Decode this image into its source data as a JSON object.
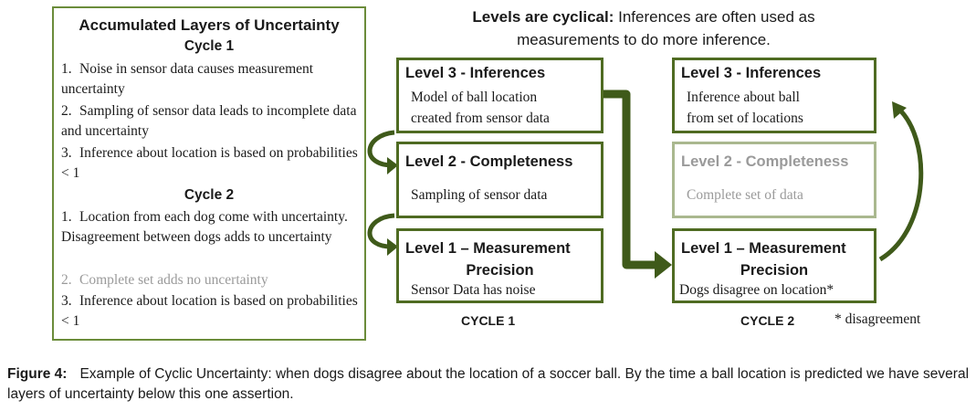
{
  "left_panel": {
    "title": "Accumulated Layers of Uncertainty",
    "cycle1_heading": "Cycle 1",
    "cycle1_items": [
      {
        "num": "1.",
        "text": "Noise in sensor data causes measurement uncertainty"
      },
      {
        "num": "2.",
        "text": "Sampling of sensor data leads to incomplete data and uncertainty"
      },
      {
        "num": "3.",
        "text": "Inference about location is based on probabilities < 1"
      }
    ],
    "cycle2_heading": "Cycle 2",
    "cycle2_items": [
      {
        "num": "1.",
        "text": "Location from each dog come with uncertainty. Disagreement between dogs adds to uncertainty"
      },
      {
        "num": "2.",
        "text": "Complete set adds no uncertainty"
      },
      {
        "num": "3.",
        "text": "Inference about location is based on probabilities < 1"
      }
    ]
  },
  "top_caption": {
    "bold": "Levels are cyclical:",
    "rest": "Inferences are often used as measurements to do more inference."
  },
  "cycle1": {
    "label": "CYCLE 1",
    "level3": {
      "title": "Level 3 - Inferences",
      "desc1": "Model of ball location",
      "desc2": "created from sensor data"
    },
    "level2": {
      "title": "Level 2 - Completeness",
      "desc1": "Sampling of sensor data"
    },
    "level1": {
      "title": "Level 1 – Measurement",
      "title2": "Precision",
      "desc1": "Sensor Data has noise"
    }
  },
  "cycle2": {
    "label": "CYCLE 2",
    "level3": {
      "title": "Level 3 - Inferences",
      "desc1": "Inference about ball",
      "desc2": "from set of locations"
    },
    "level2": {
      "title": "Level 2 - Completeness",
      "desc1": "Complete set of data"
    },
    "level1": {
      "title": "Level 1 – Measurement",
      "title2": "Precision",
      "desc1": "Dogs disagree on location*"
    }
  },
  "footnote": "* disagreement",
  "figure_caption": {
    "label": "Figure 4:",
    "text": "Example of Cyclic Uncertainty: when dogs disagree about the location of a soccer ball. By the time a ball location is predicted we have several layers of uncertainty below this one assertion."
  },
  "colors": {
    "box_border": "#4f6b22",
    "panel_border": "#6b8c3a",
    "faded_border": "#aab88f",
    "arrow": "#3f5a1a",
    "faded_text": "#9a9a9a"
  }
}
